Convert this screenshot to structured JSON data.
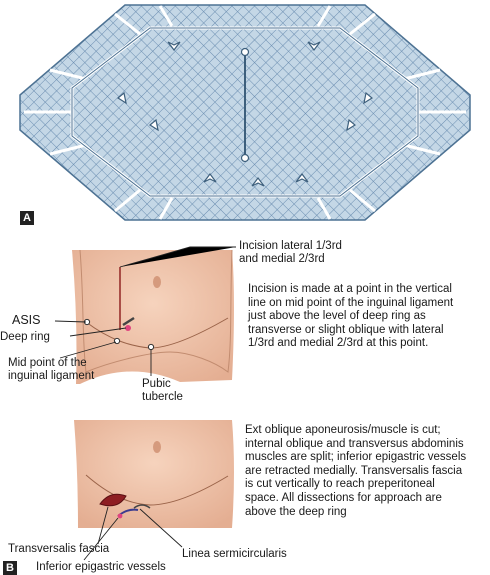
{
  "panel_a": {
    "tag": "A"
  },
  "panel_b": {
    "tag": "B",
    "top": {
      "incision_label": "Incision lateral 1/3rd\nand medial 2/3rd",
      "asis_label": "ASIS",
      "deep_ring_label": "Deep ring",
      "mid_point_label": "Mid point of the\ninguinal ligament",
      "pubic_tubercle_label": "Pubic\ntubercle",
      "description": "Incision is made at a point in the vertical line on mid point of the inguinal ligament just above the level of deep ring as transverse or slight oblique with lateral 1/3rd and medial 2/3rd at this point."
    },
    "bottom": {
      "description": "Ext oblique aponeurosis/muscle is cut; internal oblique and transversus abdominis muscles are split; inferior epigastric vessels are retracted medially. Transversalis fascia is cut vertically to reach preperitoneal space. All dissections for approach are above the deep ring",
      "transversalis_label": "Transversalis fascia",
      "linea_label": "Linea sermicircularis",
      "epigastric_label": "Inferior epigastric vessels"
    }
  },
  "colors": {
    "mesh_fill": "#b9cfe0",
    "mesh_stroke": "#5f84a3",
    "skin": "#f1c7ad",
    "skin_line": "#b27d63",
    "wound": "#8e1e22"
  }
}
